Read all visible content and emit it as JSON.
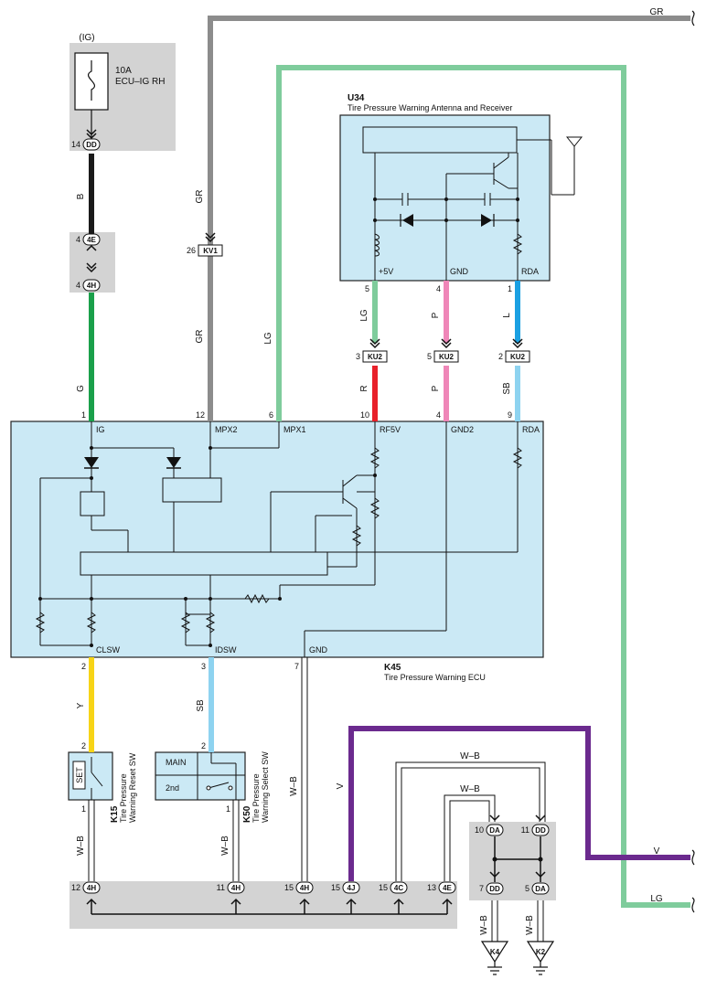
{
  "diagram": {
    "fuse": {
      "supply": "(IG)",
      "rating": "10A",
      "name": "ECU–IG RH"
    },
    "u34": {
      "id": "U34",
      "name": "Tire Pressure Warning Antenna and Receiver",
      "terminals": [
        "+5V",
        "GND",
        "RDA"
      ],
      "pins": [
        "5",
        "4",
        "1"
      ]
    },
    "k45": {
      "id": "K45",
      "name": "Tire Pressure Warning ECU",
      "top_terminals": [
        "IG",
        "MPX2",
        "MPX1",
        "RF5V",
        "GND2",
        "RDA"
      ],
      "top_pins": [
        "1",
        "12",
        "6",
        "10",
        "4",
        "9"
      ],
      "bottom_terminals": [
        "CLSW",
        "IDSW",
        "GND"
      ],
      "bottom_pins": [
        "2",
        "3",
        "7"
      ]
    },
    "k15": {
      "id": "K15",
      "name1": "Tire Pressure",
      "name2": "Warning Reset SW",
      "button": "SET"
    },
    "k50": {
      "id": "K50",
      "name1": "Tire Pressure",
      "name2": "Warning Select SW",
      "pos1": "MAIN",
      "pos2": "2nd"
    },
    "wires": {
      "gr": "GR",
      "lg": "LG",
      "b": "B",
      "g": "G",
      "r": "R",
      "p": "P",
      "l": "L",
      "sb": "SB",
      "y": "Y",
      "wb": "W–B",
      "v": "V"
    },
    "connectors": {
      "dd": "DD",
      "e4": "4E",
      "h4": "4H",
      "kv1": "KV1",
      "ku2": "KU2",
      "j4": "4J",
      "c4": "4C",
      "da": "DA",
      "k4": "K4",
      "k2": "K2"
    },
    "pins": {
      "p14": "14",
      "p4": "4",
      "p26": "26",
      "p3": "3",
      "p5": "5",
      "p2": "2",
      "p1": "1",
      "p7": "7",
      "p12": "12",
      "p11": "11",
      "p15": "15",
      "p13": "13",
      "p10": "10"
    }
  },
  "colors": {
    "gray_wire": "#8c8c8c",
    "light_green_wire": "#7fcc9c",
    "black_wire": "#1a1a1a",
    "green_wire": "#1aa04a",
    "red_wire": "#e8202a",
    "pink_wire": "#ef86b8",
    "blue_wire": "#1ba0e2",
    "sky_blue_wire": "#8ed3f0",
    "yellow_wire": "#f7d417",
    "violet_wire": "#6b2a8e",
    "component_fill": "#cbe9f5",
    "splice_gray": "#d3d3d3"
  }
}
